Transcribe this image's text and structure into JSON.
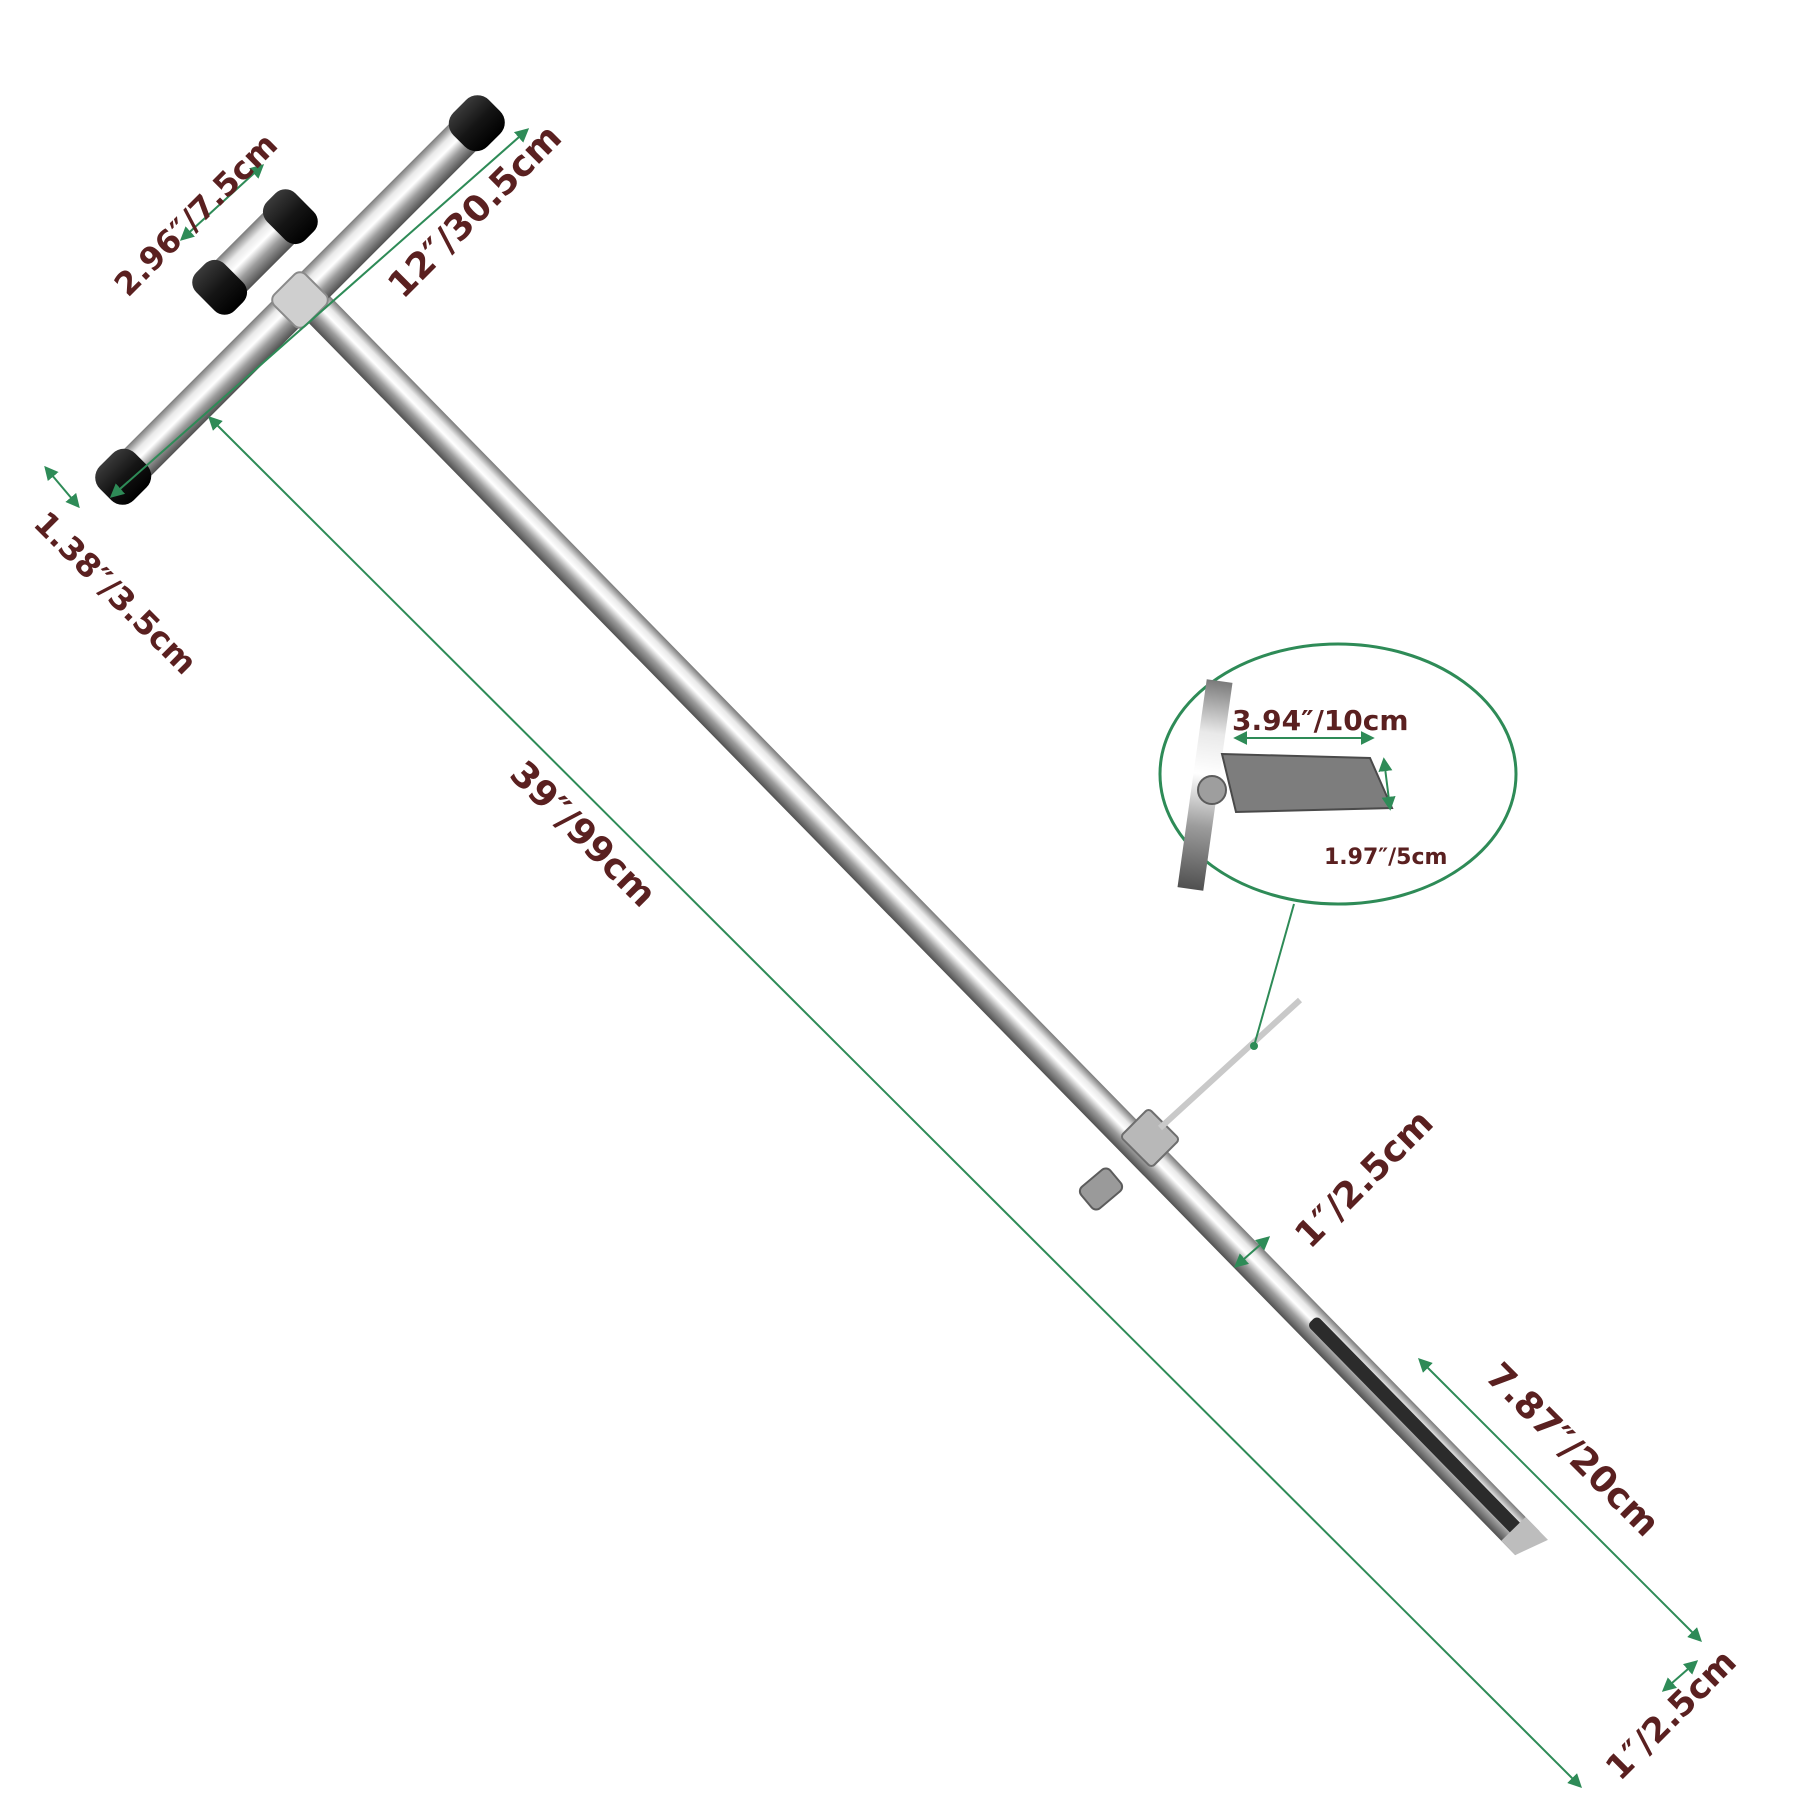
{
  "colors": {
    "background": "#ffffff",
    "dimension_line": "#2e8b57",
    "label_text": "#5a2020",
    "steel_light": "#f2f2f2",
    "steel_dark": "#6e6e6e",
    "rubber_cap": "#1c1c1c"
  },
  "dimensions": {
    "handle_grip_length": "2.96″/7.5cm",
    "handle_total_width": "12″/30.5cm",
    "handle_diameter": "1.38″/3.5cm",
    "overall_length": "39″/99cm",
    "rod_diameter": "1″/2.5cm",
    "sampling_slot_length": "7.87″/20cm",
    "tip_diameter": "1″/2.5cm"
  },
  "detail_callout": {
    "pedal_length": "3.94″/10cm",
    "pedal_width": "1.97″/5cm"
  }
}
